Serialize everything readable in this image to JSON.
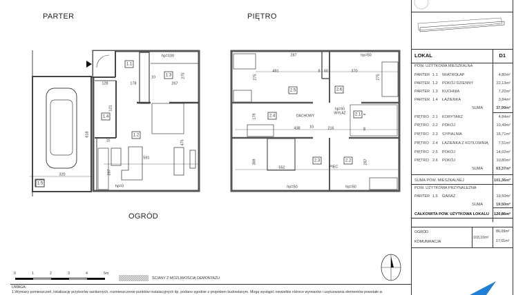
{
  "titles": {
    "parter": "PARTER",
    "pietro": "PIĘTRO",
    "ogrod": "OGRÓD"
  },
  "parter_labels": [
    "1.1",
    "1.3",
    "1.4",
    "1.2",
    "1.5",
    "128",
    "178",
    "267",
    "591",
    "320",
    "618",
    "287",
    "hp=100",
    "hp=0",
    "10",
    "275",
    "475",
    "121",
    "10"
  ],
  "pietro_labels": [
    "2.5",
    "2.6",
    "2.4",
    "2.1",
    "2.3",
    "2.2",
    "491",
    "60",
    "370",
    "8",
    "275",
    "275",
    "178",
    "438",
    "10",
    "216",
    "552",
    "369",
    "287",
    "287",
    "hp=50",
    "hp=50",
    "hp=50",
    "hp=50",
    "WYŁAZ",
    "DACHOWY",
    "PIEC",
    "8",
    "50",
    "50"
  ],
  "table": {
    "header": {
      "label": "LOKAL",
      "unit": "D1"
    },
    "rows": [
      {
        "c1": "POW. UŻYTKOWA MIESZKALNA",
        "c2": "",
        "c3": "",
        "val": ""
      },
      {
        "c1": "PARTER",
        "c2": "1.1",
        "c3": "WIATROŁAP",
        "val": "4,80m²"
      },
      {
        "c1": "PARTER",
        "c2": "1.2",
        "c3": "POKÓJ DZIENNY",
        "val": "22,13m²"
      },
      {
        "c1": "PARTER",
        "c2": "1.3",
        "c3": "KUCHNIA",
        "val": "7,22m²"
      },
      {
        "c1": "PARTER",
        "c2": "1.4",
        "c3": "ŁAZIENKA",
        "val": "3,84m²"
      },
      {
        "c1": "",
        "c2": "",
        "c3": "SUMA",
        "val": "37,99m²",
        "sum": true
      },
      {
        "c1": "PIĘTRO",
        "c2": "2.1",
        "c3": "KORYTARZ",
        "val": "4,84m²"
      },
      {
        "c1": "PIĘTRO",
        "c2": "2.2",
        "c3": "POKÓJ",
        "val": "10,49m²"
      },
      {
        "c1": "PIĘTRO",
        "c2": "2.3",
        "c3": "SYPIALNIA",
        "val": "15,71m²"
      },
      {
        "c1": "PIĘTRO",
        "c2": "2.4",
        "c3": "ŁAZIENKA Z KOTŁOWNIĄ",
        "val": "7,51m²"
      },
      {
        "c1": "PIĘTRO",
        "c2": "2.5",
        "c3": "POKÓJ",
        "val": "14,02m²"
      },
      {
        "c1": "PIĘTRO",
        "c2": "2.6",
        "c3": "POKÓJ",
        "val": "10,80m²"
      },
      {
        "c1": "",
        "c2": "",
        "c3": "SUMA",
        "val": "63,37m²",
        "sum": true
      },
      {
        "c1": "SUMA POW. MIESZKALNEJ",
        "c2": "",
        "c3": "",
        "val": "101,36m²",
        "boldval": true
      },
      {
        "c1": "POW. UŻYTKOWA PRZYNALEŻNA",
        "c2": "",
        "c3": "",
        "val": ""
      },
      {
        "c1": "PARTER",
        "c2": "1.5",
        "c3": "GARAŻ",
        "val": "19,50m²"
      },
      {
        "c1": "",
        "c2": "",
        "c3": "SUMA",
        "val": "19,50m²",
        "sum": true
      },
      {
        "c1": "CAŁKOWITA POW. UŻYTKOWA LOKALU",
        "c2": "",
        "c3": "",
        "val": "120,86m²",
        "bold": true
      }
    ],
    "extra": {
      "ogrod": "OGRÓD",
      "komunikacja": "KOMUNIKACJA",
      "total": "103,10m²",
      "ogrod_val": "86,09m²",
      "komunikacja_val": "17,01m²"
    }
  },
  "scale": {
    "ticks": [
      "0",
      "1",
      "2",
      "3",
      "4",
      "5m"
    ],
    "legend": "ŚCIANY Z MOŻLIWOŚCIĄ DEMONTAŻU"
  },
  "notes": {
    "heading": "UWAGA:",
    "text": "1.Wymiary pomieszczeń, lokalizację przyborów sanitarnych, rozmieszczenie punktów instalacyjnych itp. podano zgodnie z projektem budowlanym. Mogą wystąpić niewielkie różnice wymiarów i usytuowania elementów powstałe w"
  },
  "colors": {
    "logo_blue": "#1f7fd6",
    "wall": "#555555"
  }
}
